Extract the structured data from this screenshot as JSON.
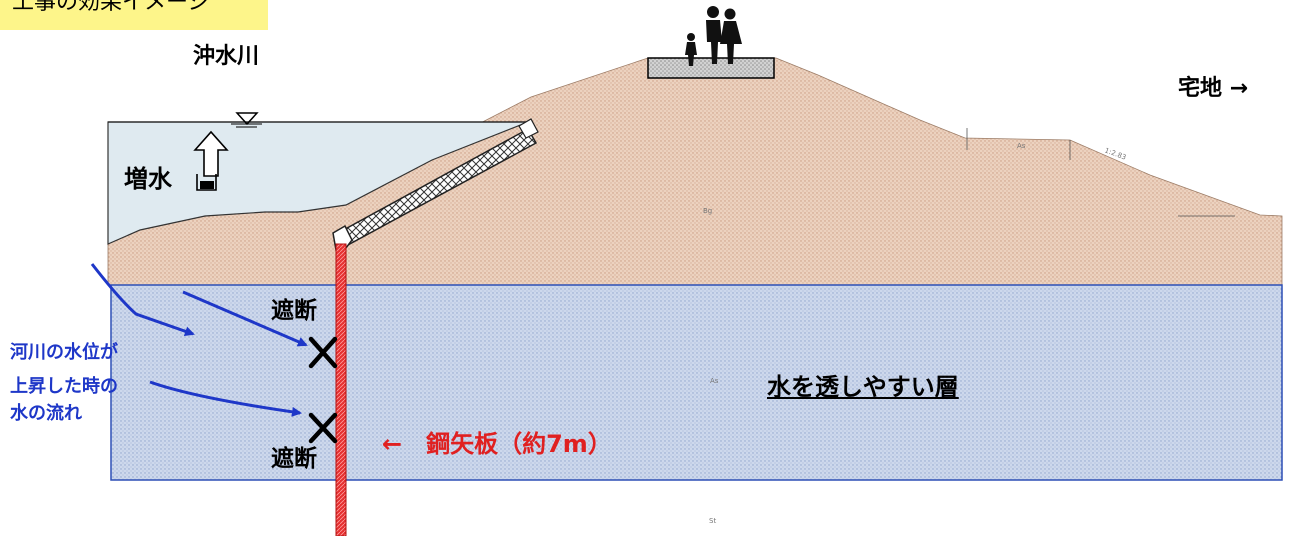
{
  "title": "工事の効果イメージ",
  "labels": {
    "river": "沖水川",
    "residential": "宅地 →",
    "rising": "増水",
    "block_upper": "遮断",
    "block_lower": "遮断",
    "flow_line1": "河川の水位が",
    "flow_line2": "上昇した時の",
    "flow_line3": "水の流れ",
    "permeable_layer": "水を透しやすい層",
    "sheet_pile": "←　鋼矢板（約7m）",
    "tiny_1": "Bg",
    "tiny_2": "As",
    "tiny_3": "As",
    "tiny_4": "St",
    "tiny_5": "1:2.83"
  },
  "colors": {
    "title_bg": "#fdf58a",
    "embankment": "#e8c8b2",
    "water": "#dde9ee",
    "permeable": "#c5d3ea",
    "pile": "#e02020",
    "flow_text": "#1e37c8",
    "pile_text": "#e02020"
  }
}
